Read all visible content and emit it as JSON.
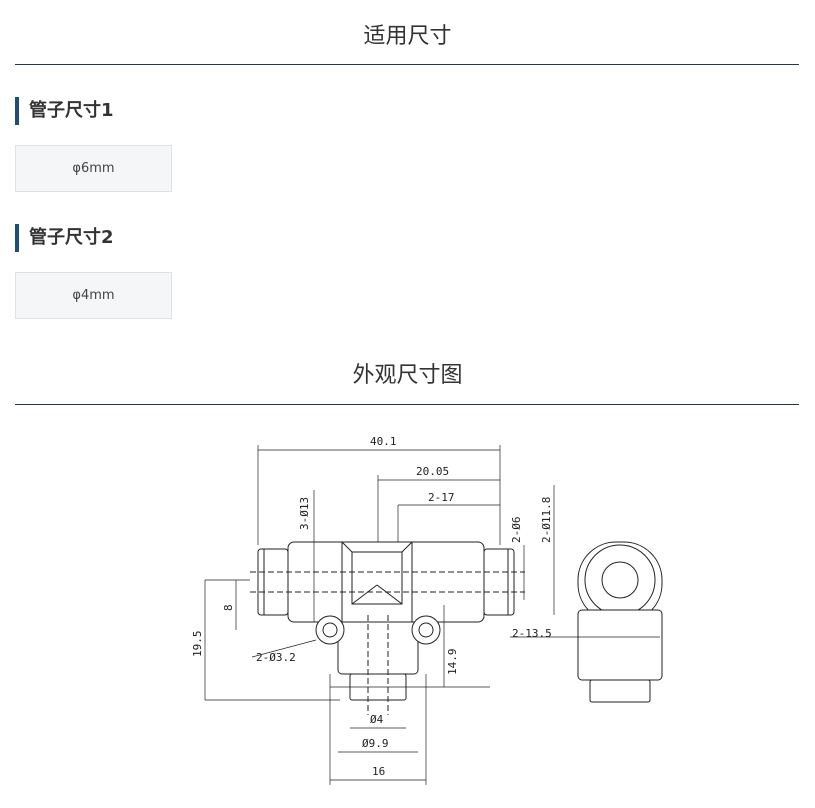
{
  "sections": {
    "applicable_size": {
      "title": "适用尺寸"
    },
    "dimension_drawing": {
      "title": "外观尺寸图"
    }
  },
  "tube_size_1": {
    "label": "管子尺寸1",
    "option": "φ6mm"
  },
  "tube_size_2": {
    "label": "管子尺寸2",
    "option": "φ4mm"
  },
  "drawing": {
    "dim_overall_length": "40.1",
    "dim_half_length": "20.05",
    "dim_port_depth": "2-17",
    "dim_body_dia": "3-Ø13",
    "dim_tube_dia": "2-Ø6",
    "dim_release_dia": "2-Ø11.8",
    "dim_center_height": "8",
    "dim_total_height": "19.5",
    "dim_hole_dia": "2-Ø3.2",
    "dim_branch_height": "14.9",
    "dim_side_width": "2-13.5",
    "dim_branch_tube": "Ø4",
    "dim_branch_release": "Ø9.9",
    "dim_branch_body": "16"
  }
}
